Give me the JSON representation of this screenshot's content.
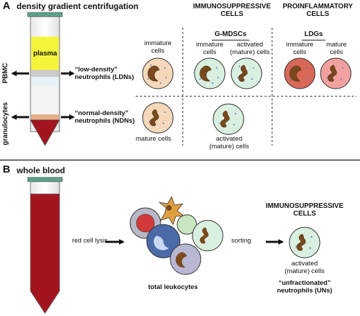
{
  "panel_a": {
    "letter": "A",
    "title": "density gradient centrifugation",
    "tube_layer_plasma": "plasma",
    "side_label_pbmc": "PBMC",
    "side_label_granulocytes": "granulocytes",
    "ldn_label_line1": "“low-density”",
    "ldn_label_line2": "neutrophils (LDNs)",
    "ndn_label_line1": "“normal-density”",
    "ndn_label_line2": "neutrophils (NDNs)",
    "col_immunosuppressive_line1": "IMMUNOSUPPRESSIVE",
    "col_immunosuppressive_line2": "CELLS",
    "col_proinflammatory_line1": "PROINFLAMMATORY",
    "col_proinflammatory_line2": "CELLS",
    "gmdsc_header": "G-MDSCs",
    "ldg_header": "LDGs",
    "immature_cells_1_line1": "immature",
    "immature_cells_1_line2": "cells",
    "gmdsc_immature_line1": "immature",
    "gmdsc_immature_line2": "cells",
    "gmdsc_activated_line1": "activated",
    "gmdsc_activated_line2": "(mature) cells",
    "ldg_immature_line1": "immature",
    "ldg_immature_line2": "cells",
    "ldg_mature_line1": "mature",
    "ldg_mature_line2": "cells",
    "mature_cells": "mature cells",
    "ndn_activated_line1": "activated",
    "ndn_activated_line2": "(mature) cells"
  },
  "panel_b": {
    "letter": "B",
    "title": "whole blood",
    "red_cell_lysis": "red cell lysis",
    "sorting": "sorting",
    "total_leukocytes": "total leukocytes",
    "col_immunosuppressive_line1": "IMMUNOSUPPRESSIVE",
    "col_immunosuppressive_line2": "CELLS",
    "activated_line1": "activated",
    "activated_line2": "(mature) cells",
    "un_line1": "“unfractionated”",
    "un_line2": "neutrophils (UNs)"
  },
  "colors": {
    "blood_red": "#a3141e",
    "plasma_yellow": "#f5f53c",
    "tube_cap": "#5aa58c",
    "immature_cell_fill": "#f6d8bb",
    "gmdsc_cell_fill": "#d9f0e0",
    "ldg_immature_fill": "#d96858",
    "ldg_mature_fill": "#f2a0a0",
    "nucleus_brown": "#7a4a1e"
  }
}
